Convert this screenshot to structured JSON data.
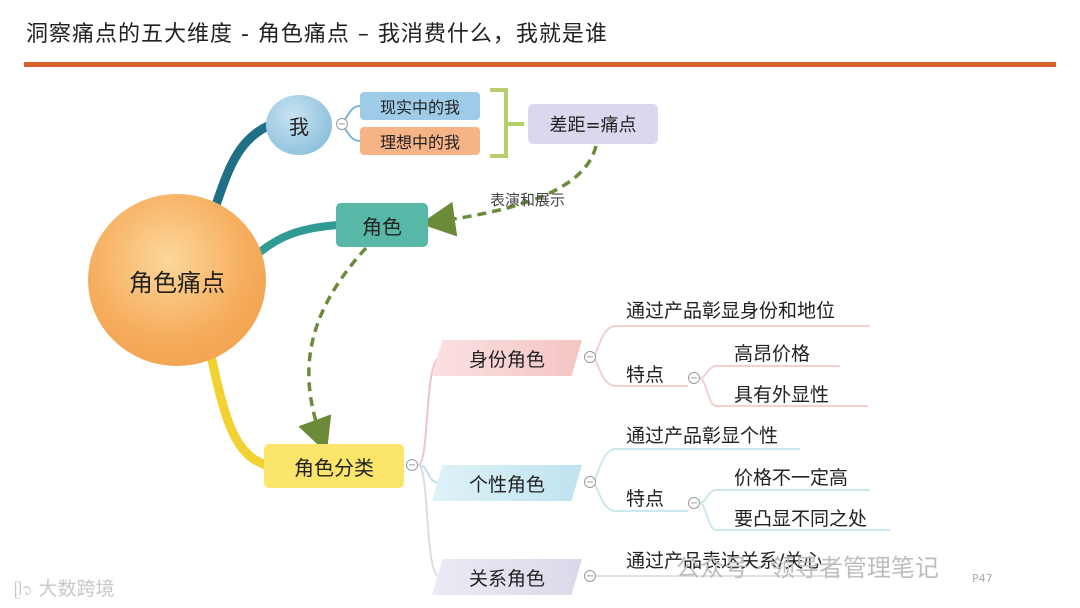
{
  "title": "洞察痛点的五大维度 - 角色痛点 – 我消费什么，我就是谁",
  "colors": {
    "accent": "#d9622b"
  },
  "mindmap": {
    "central": "角色痛点",
    "me": "我",
    "real_me": "现实中的我",
    "ideal_me": "理想中的我",
    "gap": "差距=痛点",
    "perform_label": "表演和展示",
    "role": "角色",
    "classification": "角色分类",
    "identity": {
      "label": "身份角色",
      "desc": "通过产品彰显身份和地位",
      "feature_label": "特点",
      "features": [
        "高昂价格",
        "具有外显性"
      ]
    },
    "personality": {
      "label": "个性角色",
      "desc": "通过产品彰显个性",
      "feature_label": "特点",
      "features": [
        "价格不一定高",
        "要凸显不同之处"
      ]
    },
    "relation": {
      "label": "关系角色",
      "desc": "通过产品表达关系/关心"
    }
  },
  "watermarks": {
    "left": "大数跨境",
    "right": "公众号 · 领导者管理笔记",
    "page": "P47"
  }
}
